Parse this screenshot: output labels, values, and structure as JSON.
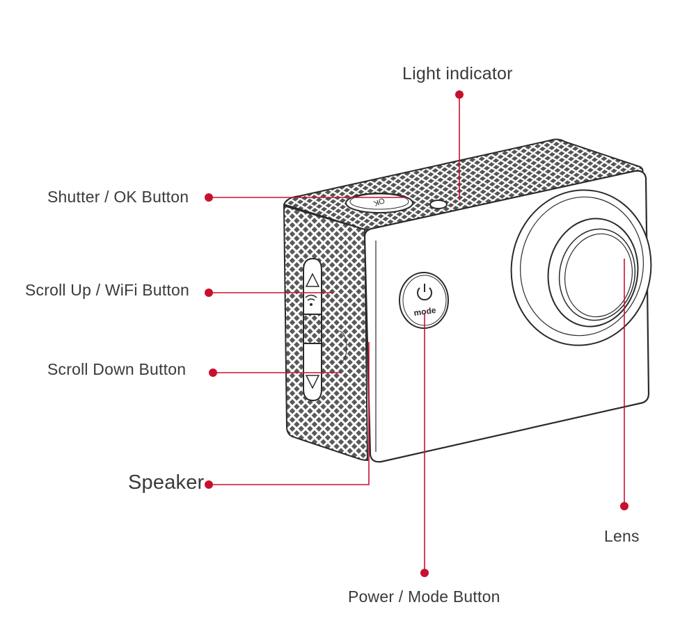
{
  "labels": {
    "light_indicator": "Light indicator",
    "shutter_ok": "Shutter / OK Button",
    "scroll_up_wifi": "Scroll Up / WiFi Button",
    "scroll_down": "Scroll Down Button",
    "speaker": "Speaker",
    "lens": "Lens",
    "power_mode": "Power / Mode Button"
  },
  "button_text": {
    "mode": "mode",
    "ok": "OK"
  },
  "icons": [
    "power-icon",
    "wifi-icon",
    "up-arrow-icon",
    "down-arrow-icon"
  ],
  "colors": {
    "leader_line": "#c8102e",
    "outline": "#2a2a2a",
    "text": "#3a3a3a"
  }
}
